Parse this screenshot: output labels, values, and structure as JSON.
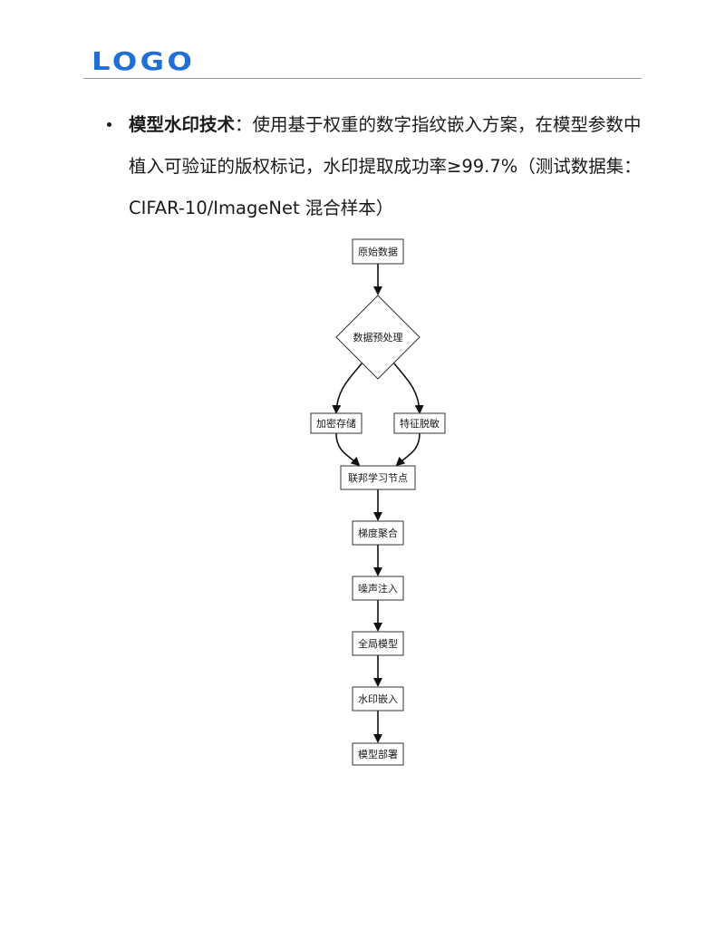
{
  "header": {
    "logo_text": "LOGO"
  },
  "content": {
    "bullet": {
      "term": "模型水印技术",
      "separator": "：",
      "text": "使用基于权重的数字指纹嵌入方案，在模型参数中植入可验证的版权标记，水印提取成功率≥99.7%（测试数据集：CIFAR-10/ImageNet 混合样本）"
    }
  },
  "flowchart": {
    "nodes": {
      "raw_data": "原始数据",
      "preprocess": "数据预处理",
      "encrypted_storage": "加密存储",
      "feature_desensitize": "特征脱敏",
      "federated_node": "联邦学习节点",
      "gradient_aggregation": "梯度聚合",
      "noise_injection": "噪声注入",
      "global_model": "全局模型",
      "watermark_embed": "水印嵌入",
      "model_deploy": "模型部署"
    }
  },
  "colors": {
    "logo": "#1f6fd6",
    "rule": "#9a9a9a",
    "text": "#1a1a1a",
    "node_border": "#333333"
  }
}
